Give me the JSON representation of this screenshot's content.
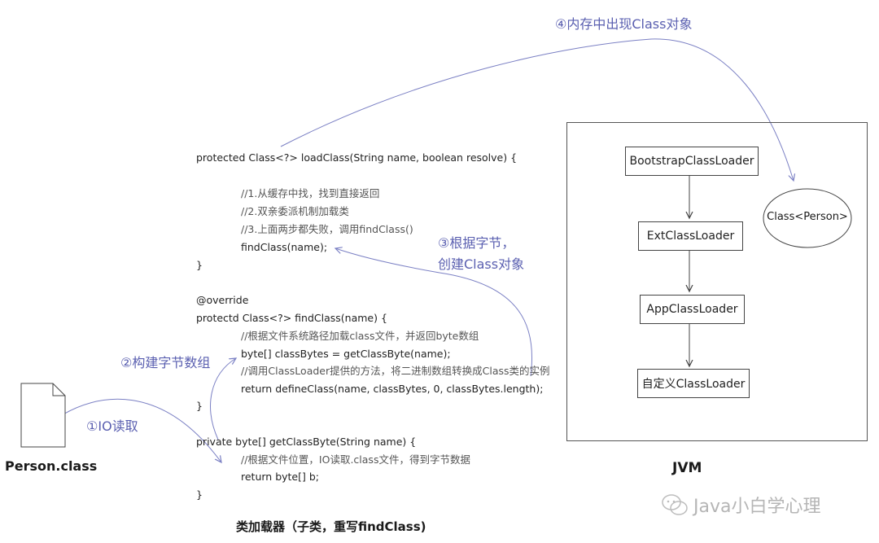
{
  "code": {
    "load_sig": "protected Class<?> loadClass(String name, boolean resolve) {",
    "load_c1": "//1.从缓存中找，找到直接返回",
    "load_c2": "//2.双亲委派机制加载类",
    "load_c3": "//3.上面两步都失败，调用findClass()",
    "load_call": "findClass(name);",
    "close_brace": "}",
    "override": "@override",
    "find_sig": "protectd Class<?> findClass(name) {",
    "find_c1": "//根据文件系统路径加载class文件，并返回byte数组",
    "find_bytes": "byte[] classBytes = getClassByte(name);",
    "find_c2": "//调用ClassLoader提供的方法，将二进制数组转换成Class类的实例",
    "find_return": "return defineClass(name, classBytes, 0, classBytes.length);",
    "get_sig": "private byte[] getClassByte(String name) {",
    "get_c1": "//根据文件位置，IO读取.class文件，得到字节数据",
    "get_return": "return byte[] b;"
  },
  "labels": {
    "person_class": "Person.class",
    "loader_caption": "类加载器（子类，重写findClass)",
    "jvm": "JVM",
    "step1": "①IO读取",
    "step2": "②构建字节数组",
    "step3_line1": "③根据字节，",
    "step3_line2": "创建Class对象",
    "step4": "④内存中出现Class对象"
  },
  "jvm": {
    "loaders": [
      "BootstrapClassLoader",
      "ExtClassLoader",
      "AppClassLoader",
      "自定义ClassLoader"
    ],
    "class_object": "Class<Person>"
  },
  "watermark": "Java小白学心理",
  "colors": {
    "annotation": "#5a5fb0",
    "arrow": "#7b80c4"
  }
}
